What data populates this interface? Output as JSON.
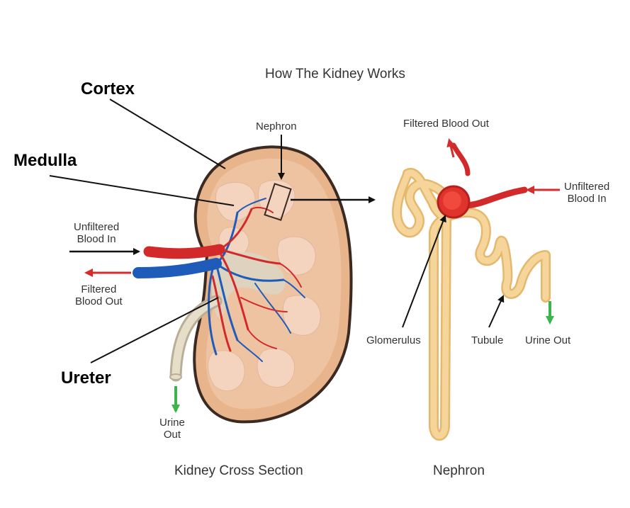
{
  "title": "How The Kidney Works",
  "labels": {
    "cortex": "Cortex",
    "medulla": "Medulla",
    "ureter": "Ureter",
    "nephron_box": "Nephron",
    "unfiltered_left_1": "Unfiltered",
    "unfiltered_left_2": "Blood In",
    "filtered_left_1": "Filtered",
    "filtered_left_2": "Blood Out",
    "urine_left_1": "Urine",
    "urine_left_2": "Out",
    "filtered_right": "Filtered Blood Out",
    "unfiltered_right_1": "Unfiltered",
    "unfiltered_right_2": "Blood In",
    "glomerulus": "Glomerulus",
    "tubule": "Tubule",
    "urine_right": "Urine Out"
  },
  "captions": {
    "kidney": "Kidney Cross Section",
    "nephron": "Nephron"
  },
  "colors": {
    "kidney_fill": "#E8B48C",
    "kidney_outline": "#3A2A22",
    "lobe_fill": "#F4D4BE",
    "artery": "#D22A2A",
    "vein": "#1F5BB8",
    "tubule_fill": "#F6D59A",
    "arrow_red": "#D72C2C",
    "arrow_green": "#3CB44A",
    "pelvis": "#DDD3BE"
  }
}
